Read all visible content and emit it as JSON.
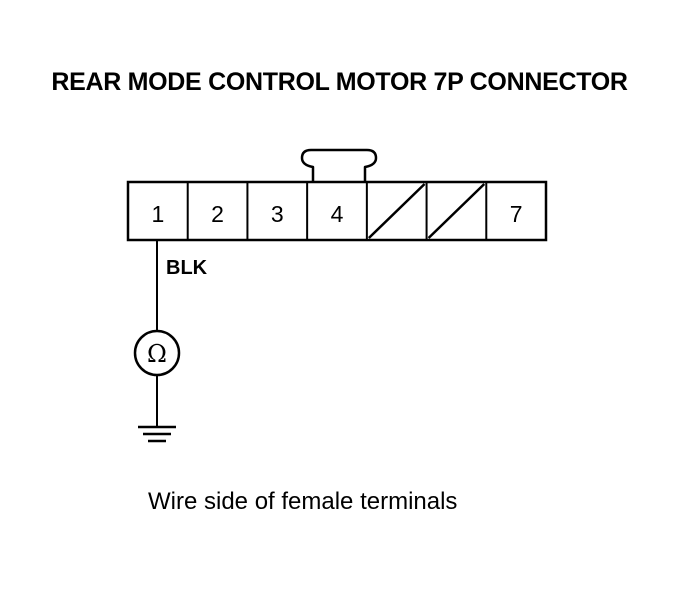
{
  "title": "REAR MODE CONTROL MOTOR 7P CONNECTOR",
  "caption": "Wire side of female terminals",
  "connector": {
    "cavities": [
      {
        "label": "1",
        "blank": false
      },
      {
        "label": "2",
        "blank": false
      },
      {
        "label": "3",
        "blank": false
      },
      {
        "label": "4",
        "blank": false
      },
      {
        "label": "",
        "blank": true
      },
      {
        "label": "",
        "blank": true
      },
      {
        "label": "7",
        "blank": false
      }
    ],
    "latch_over_cavity": 4
  },
  "wire": {
    "color_label": "BLK",
    "terminal": 1
  },
  "meter": {
    "symbol": "Ω",
    "icon": "ohmmeter-icon"
  },
  "ground": {
    "icon": "ground-icon"
  }
}
